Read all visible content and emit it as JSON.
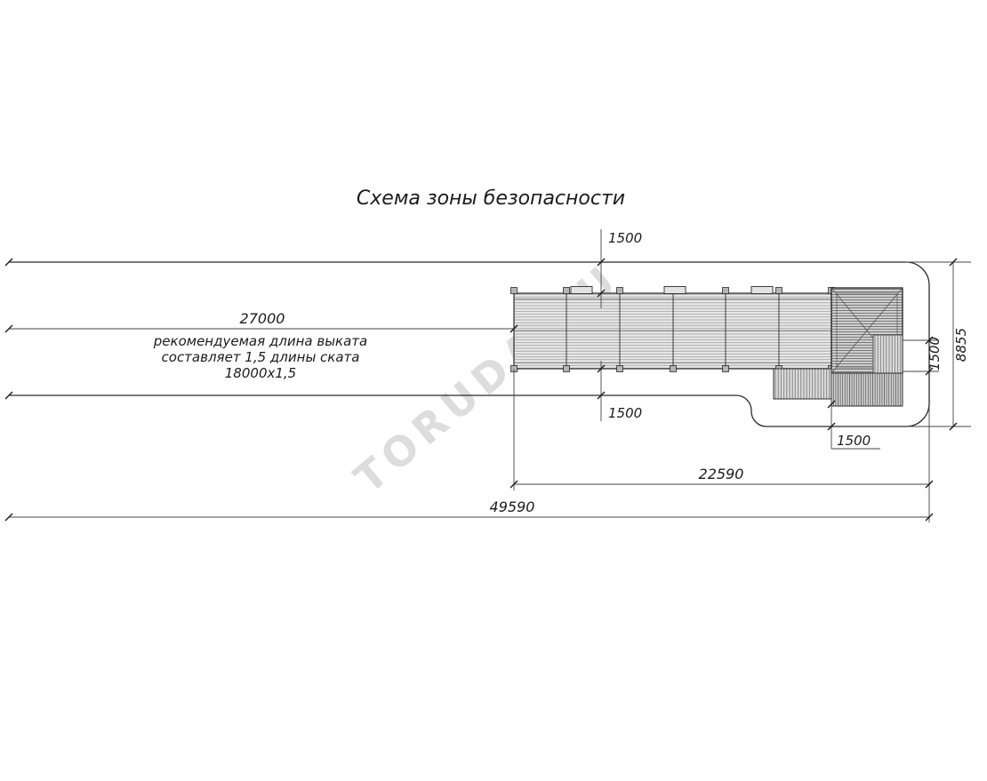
{
  "title": "Схема зоны безопасности",
  "watermark": "TORUDA.RU",
  "dims": {
    "top_1500": "1500",
    "len_27000": "27000",
    "note1": "рекомендуемая длина выката",
    "note2": "составляет 1,5 длины ската",
    "note3": "18000х1,5",
    "left_1500": "1500",
    "stairs_1500": "1500",
    "right_1500": "1500",
    "width_8855": "8855",
    "len_22590": "22590",
    "total_49590": "49590"
  }
}
